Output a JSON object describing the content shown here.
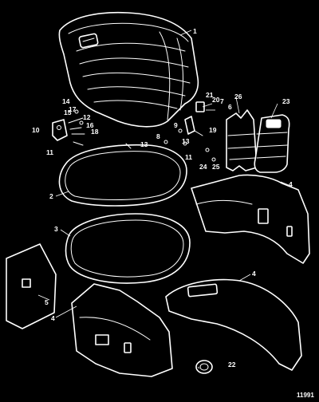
{
  "diagram": {
    "figure_code": "11991",
    "callouts": [
      "1",
      "2",
      "3",
      "4",
      "4",
      "4",
      "5",
      "6",
      "7",
      "8",
      "9",
      "10",
      "11",
      "11",
      "12",
      "13",
      "13",
      "14",
      "15",
      "16",
      "17",
      "18",
      "19",
      "20",
      "21",
      "22",
      "23",
      "24",
      "25",
      "26"
    ],
    "colors": {
      "background": "#000000",
      "linework": "#ffffff"
    }
  }
}
